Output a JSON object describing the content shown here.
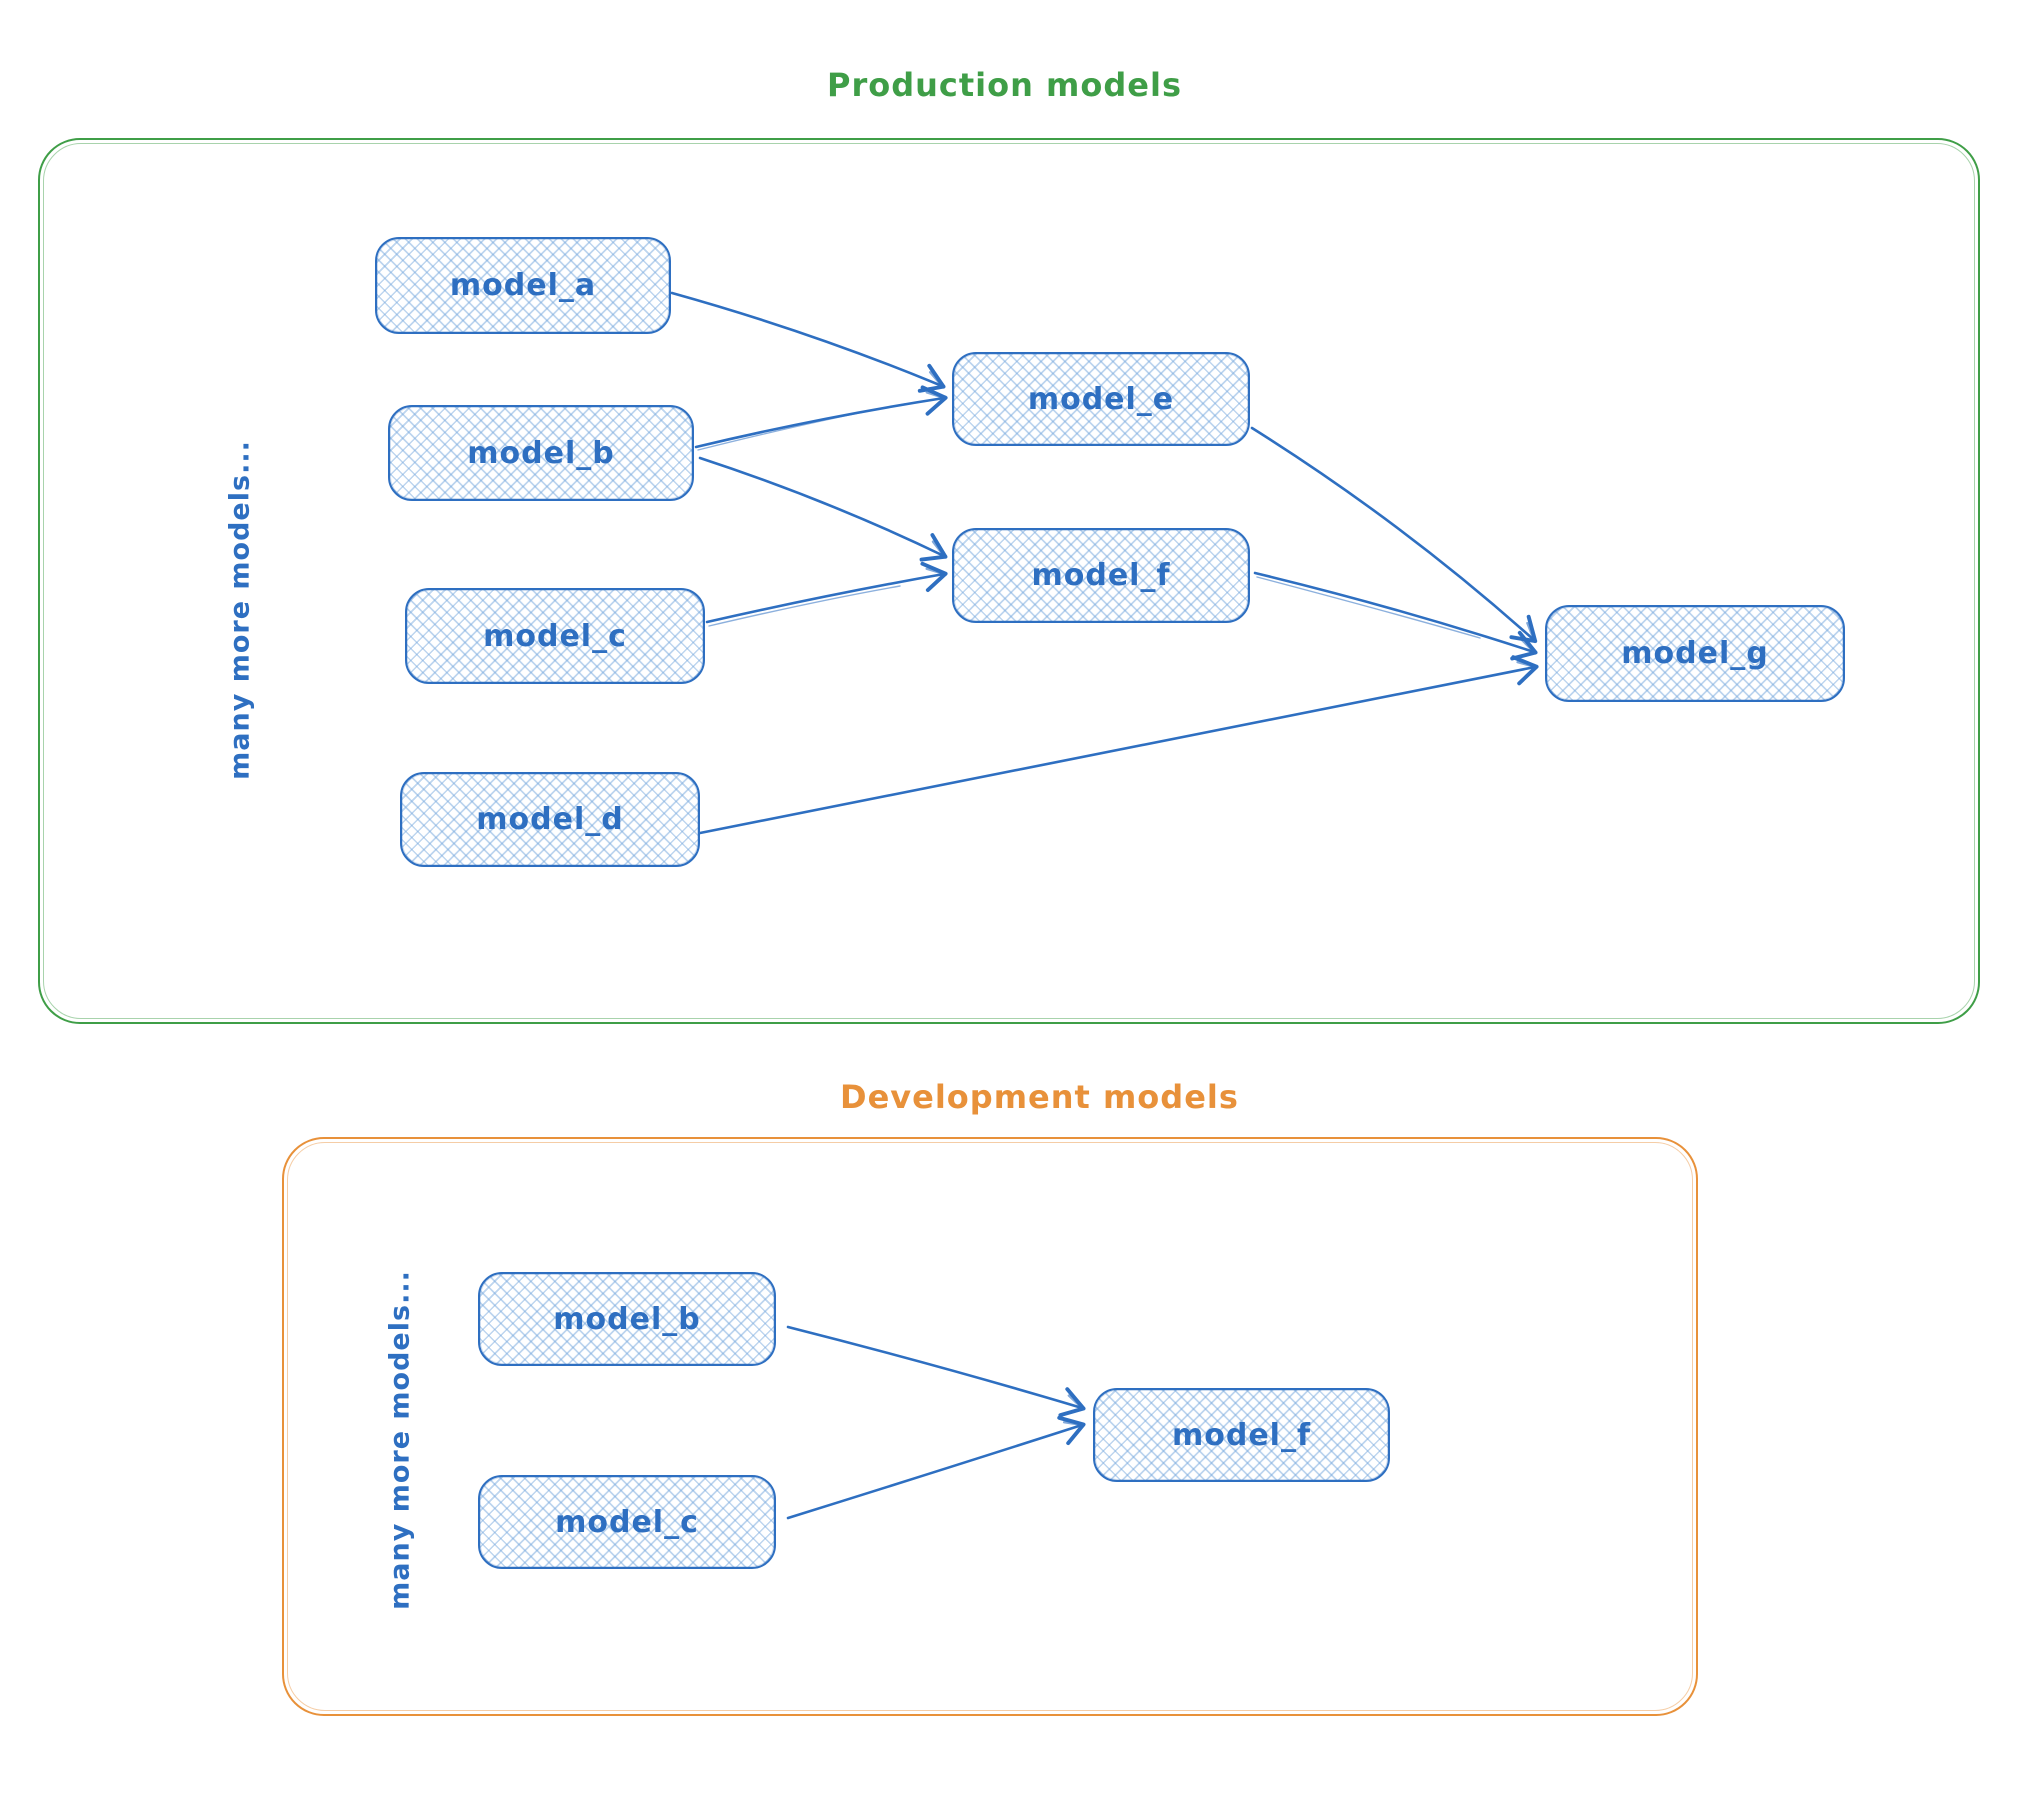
{
  "colors": {
    "node_stroke": "#2e6fc1",
    "node_fill_hatch": "#aecdee",
    "production_accent": "#3f9e47",
    "development_accent": "#e8913a"
  },
  "production": {
    "title": "Production models",
    "side_label": "many more models...",
    "nodes": [
      {
        "id": "model_a",
        "label": "model_a"
      },
      {
        "id": "model_b",
        "label": "model_b"
      },
      {
        "id": "model_c",
        "label": "model_c"
      },
      {
        "id": "model_d",
        "label": "model_d"
      },
      {
        "id": "model_e",
        "label": "model_e"
      },
      {
        "id": "model_f",
        "label": "model_f"
      },
      {
        "id": "model_g",
        "label": "model_g"
      }
    ],
    "edges": [
      {
        "from": "model_a",
        "to": "model_e"
      },
      {
        "from": "model_b",
        "to": "model_e"
      },
      {
        "from": "model_b",
        "to": "model_f"
      },
      {
        "from": "model_c",
        "to": "model_f"
      },
      {
        "from": "model_e",
        "to": "model_g"
      },
      {
        "from": "model_f",
        "to": "model_g"
      },
      {
        "from": "model_d",
        "to": "model_g"
      }
    ]
  },
  "development": {
    "title": "Development models",
    "side_label": "many more models...",
    "nodes": [
      {
        "id": "model_b",
        "label": "model_b"
      },
      {
        "id": "model_c",
        "label": "model_c"
      },
      {
        "id": "model_f",
        "label": "model_f"
      }
    ],
    "edges": [
      {
        "from": "model_b",
        "to": "model_f"
      },
      {
        "from": "model_c",
        "to": "model_f"
      }
    ]
  }
}
